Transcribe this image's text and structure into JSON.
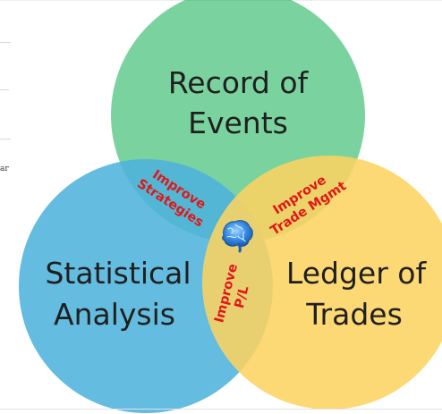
{
  "diagram": {
    "circles": {
      "record": {
        "line1": "Record of",
        "line2": "Events",
        "color": "#6fcf97"
      },
      "statistical": {
        "line1": "Statistical",
        "line2": "Analysis",
        "color": "#4fb3dc"
      },
      "ledger": {
        "line1": "Ledger of",
        "line2": "Trades",
        "color": "#fcd462"
      }
    },
    "overlaps": {
      "strategies": {
        "line1": "Improve",
        "line2": "Strategies"
      },
      "trade_mgmt": {
        "line1": "Improve",
        "line2": "Trade Mgmt"
      },
      "pl": {
        "line1": "Improve",
        "line2": "P/L"
      }
    },
    "center_icon": "brain-icon",
    "overlap_text_color": "#e01818"
  },
  "page_edge": {
    "fragment": "ar"
  }
}
